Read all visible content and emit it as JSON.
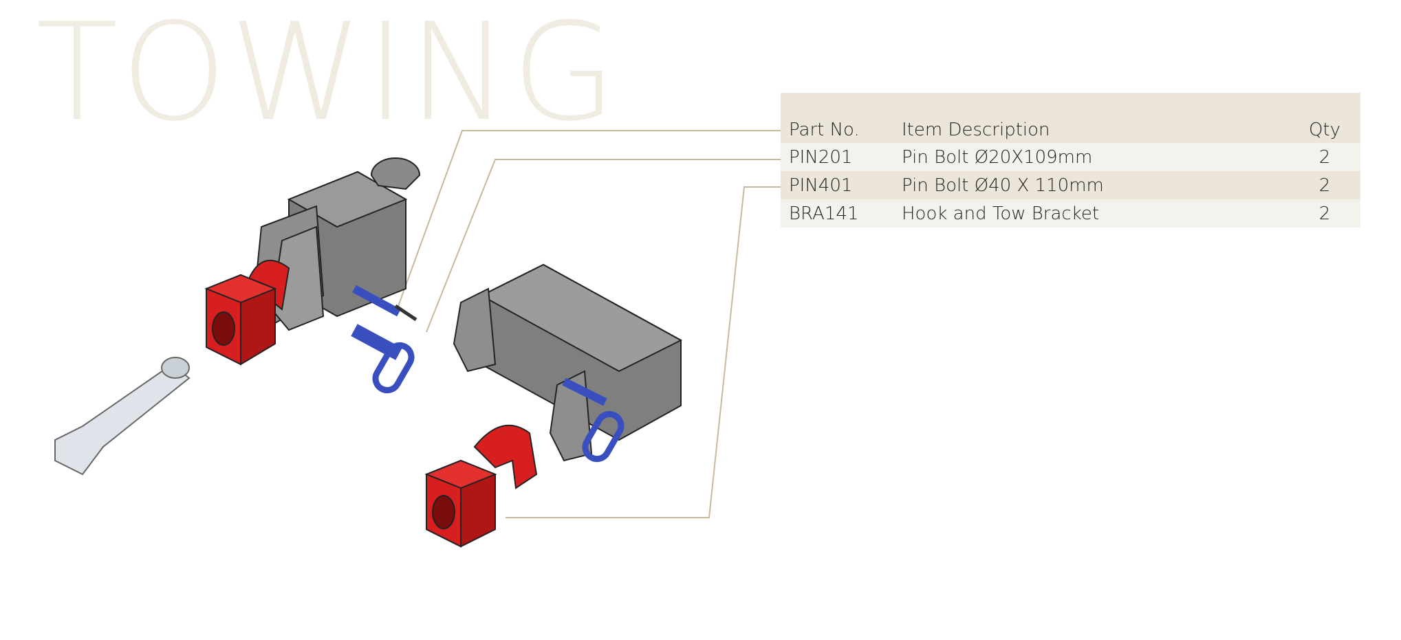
{
  "title": "TOWING",
  "colors": {
    "title": "#f0ece1",
    "header_bg": "#ebe5da",
    "row_light": "#f4f2ec",
    "leader": "#c8b99a",
    "red": "#d81f1f",
    "blue": "#3a4fbf",
    "grey": "#8a8a88"
  },
  "table": {
    "headers": {
      "part_no": "Part No.",
      "description": "Item Description",
      "qty": "Qty"
    },
    "rows": [
      {
        "part_no": "PIN201",
        "description": "Pin Bolt Ø20X109mm",
        "qty": "2"
      },
      {
        "part_no": "PIN401",
        "description": "Pin Bolt Ø40 X 110mm",
        "qty": "2"
      },
      {
        "part_no": "BRA141",
        "description": "Hook and Tow Bracket",
        "qty": "2"
      }
    ]
  }
}
